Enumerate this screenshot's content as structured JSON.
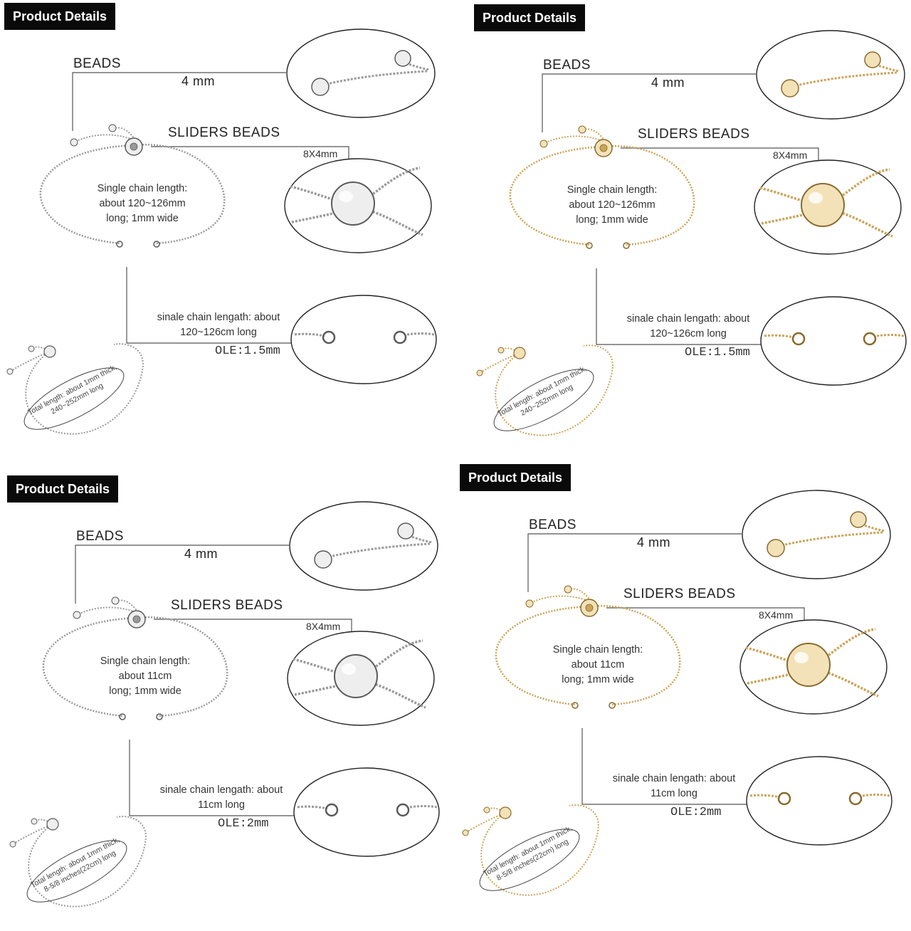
{
  "colors": {
    "silver": "#9a9a9a",
    "gold": "#c9a45a"
  },
  "panels": [
    {
      "tone": "silver",
      "badge": "Product Details",
      "beads": "BEADS",
      "beads_size": "4 mm",
      "sliders": "SLIDERS BEADS",
      "slider_size": "8X4mm",
      "single_chain": [
        "Single chain length:",
        "about 120~126mm",
        "long; 1mm wide"
      ],
      "sinale": [
        "sinale chain lengath: about",
        "120~126cm long"
      ],
      "ole": "OLE:1.5mm",
      "total": [
        "Total length: about 1mm thick,",
        "240~252mm long"
      ],
      "bead_icon": "zircon-bezel-icon"
    },
    {
      "tone": "gold",
      "badge": "Product Details",
      "beads": "BEADS",
      "beads_size": "4 mm",
      "sliders": "SLIDERS BEADS",
      "slider_size": "8X4mm",
      "single_chain": [
        "Single chain length:",
        "about 120~126mm",
        "long; 1mm wide"
      ],
      "sinale": [
        "sinale chain lengath: about",
        "120~126cm long"
      ],
      "ole": "OLE:1.5mm",
      "total": [
        "Total length: about 1mm thick,",
        "240~252mm long"
      ],
      "bead_icon": "zircon-bezel-icon"
    },
    {
      "tone": "silver",
      "badge": "Product Details",
      "beads": "BEADS",
      "beads_size": "4 mm",
      "sliders": "SLIDERS BEADS",
      "slider_size": "8X4mm",
      "single_chain": [
        "Single chain length:",
        "about 11cm",
        "long; 1mm wide"
      ],
      "sinale": [
        "sinale chain lengath: about",
        "11cm long"
      ],
      "ole": "OLE:2mm",
      "total": [
        "Total length: about 1mm thick,",
        "8-5/8 inches(22cm) long"
      ],
      "bead_icon": "round-ball-icon"
    },
    {
      "tone": "gold",
      "badge": "Product Details",
      "beads": "BEADS",
      "beads_size": "4 mm",
      "sliders": "SLIDERS BEADS",
      "slider_size": "8X4mm",
      "single_chain": [
        "Single chain length:",
        "about 11cm",
        "long; 1mm wide"
      ],
      "sinale": [
        "sinale chain lengath: about",
        "11cm long"
      ],
      "ole": "OLE:2mm",
      "total": [
        "Total length: about 1mm thick,",
        "8-5/8 inches(22cm) long"
      ],
      "bead_icon": "round-ball-icon"
    }
  ]
}
